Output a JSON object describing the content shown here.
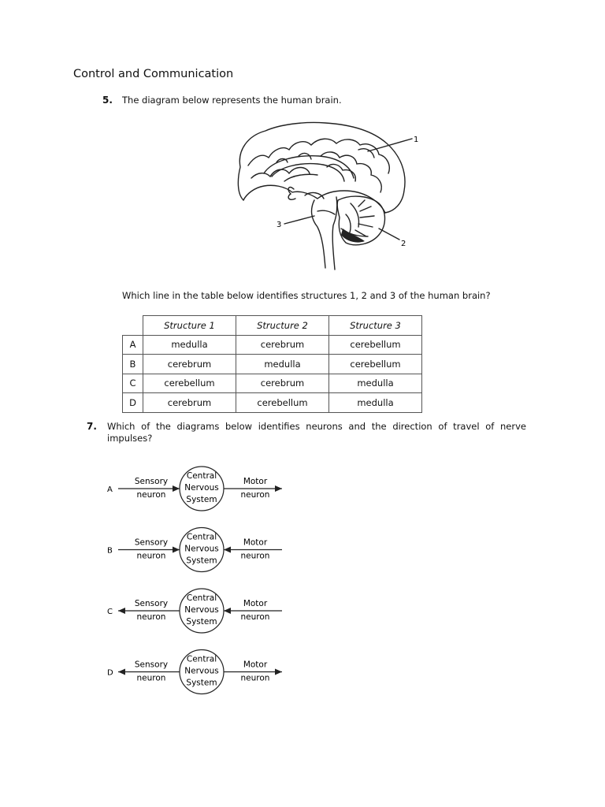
{
  "heading": "Control and Communication",
  "q5": {
    "number": "5.",
    "text": "The diagram below represents the human brain.",
    "labels": [
      "1",
      "2",
      "3"
    ],
    "prompt": "Which line in the table below identifies structures 1, 2 and 3 of the human brain?",
    "table": {
      "headers": [
        "Structure 1",
        "Structure 2",
        "Structure 3"
      ],
      "rows": [
        {
          "letter": "A",
          "cells": [
            "medulla",
            "cerebrum",
            "cerebellum"
          ]
        },
        {
          "letter": "B",
          "cells": [
            "cerebrum",
            "medulla",
            "cerebellum"
          ]
        },
        {
          "letter": "C",
          "cells": [
            "cerebellum",
            "cerebrum",
            "medulla"
          ]
        },
        {
          "letter": "D",
          "cells": [
            "cerebrum",
            "cerebellum",
            "medulla"
          ]
        }
      ]
    }
  },
  "q7": {
    "number": "7.",
    "text": "Which of the diagrams below identifies neurons and the direction of travel of nerve impulses?",
    "labels": {
      "sensory_line1": "Sensory",
      "sensory_line2": "neuron",
      "cns_line1": "Central",
      "cns_line2": "Nervous",
      "cns_line3": "System",
      "motor_line1": "Motor",
      "motor_line2": "neuron"
    },
    "options": [
      {
        "letter": "A",
        "sensory_arrow": "toward-cns",
        "motor_arrow": "away-from-cns"
      },
      {
        "letter": "B",
        "sensory_arrow": "toward-cns",
        "motor_arrow": "toward-cns"
      },
      {
        "letter": "C",
        "sensory_arrow": "away-from-cns",
        "motor_arrow": "toward-cns"
      },
      {
        "letter": "D",
        "sensory_arrow": "away-from-cns",
        "motor_arrow": "away-from-cns"
      }
    ]
  }
}
